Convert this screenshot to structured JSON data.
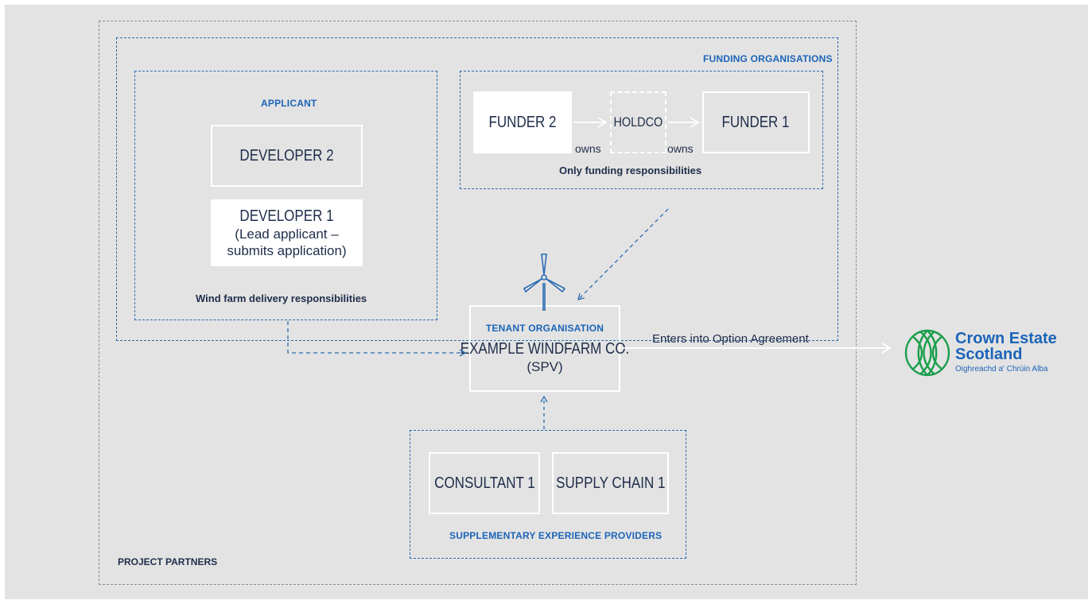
{
  "labels": {
    "project_partners": "PROJECT  PARTNERS",
    "funding_organisations": "FUNDING ORGANISATIONS",
    "applicant": "APPLICANT",
    "wind_farm_delivery": "Wind farm delivery responsibilities",
    "only_funding": "Only funding responsibilities",
    "tenant_organisation": "TENANT ORGANISATION",
    "supplementary": "SUPPLEMENTARY  EXPERIENCE PROVIDERS",
    "enters_option": "Enters into Option Agreement",
    "owns_1": "owns",
    "owns_2": "owns"
  },
  "boxes": {
    "developer_2": "DEVELOPER 2",
    "developer_1": "DEVELOPER 1",
    "developer_1_note_1": "(Lead applicant –",
    "developer_1_note_2": "submits application)",
    "funder_2": "FUNDER 2",
    "holdco": "HOLDCO",
    "funder_1": "FUNDER 1",
    "example_windfarm": "EXAMPLE WINDFARM CO.",
    "spv": "(SPV)",
    "consultant_1": "CONSULTANT 1",
    "supply_chain_1": "SUPPLY  CHAIN 1"
  },
  "logo": {
    "line1": "Crown Estate",
    "line2": "Scotland",
    "tagline": "Oighreachd a' Chrùin Alba"
  },
  "icons": {
    "wind_turbine": "wind-turbine-icon",
    "logo_mark": "crown-estate-logo-icon"
  },
  "colors": {
    "background": "#e3e3e3",
    "blue_label": "#1c64b8",
    "dark_text": "#1f2d4a",
    "logo_green": "#1a9e4b",
    "logo_blue": "#1c64b8"
  }
}
